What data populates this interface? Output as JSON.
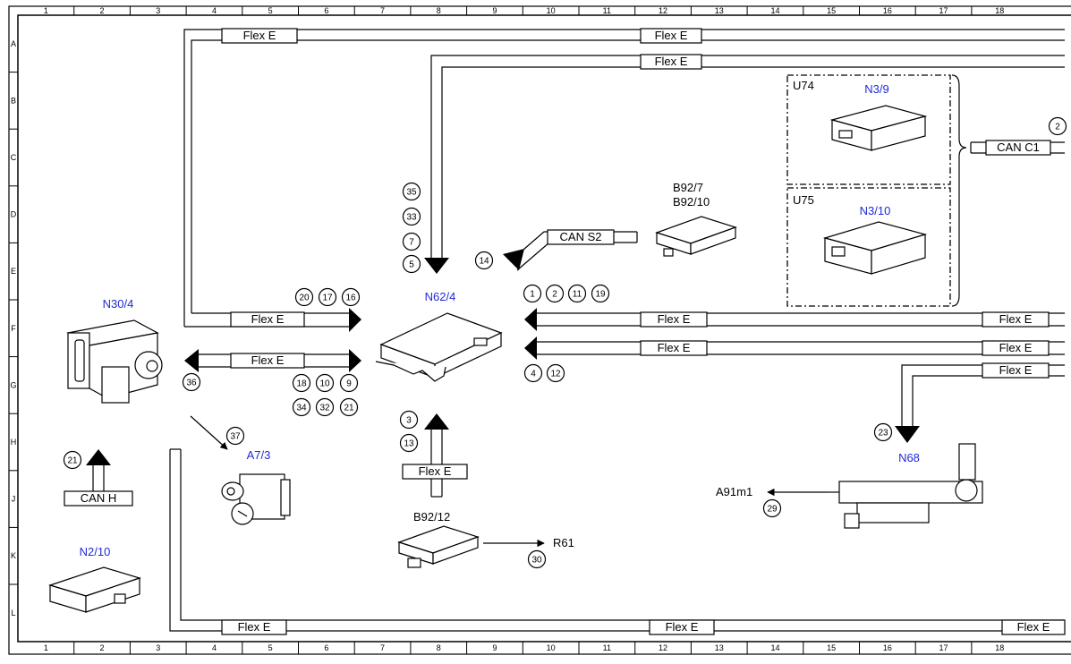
{
  "grid": {
    "columns": [
      "1",
      "2",
      "3",
      "4",
      "5",
      "6",
      "7",
      "8",
      "9",
      "10",
      "11",
      "12",
      "13",
      "14",
      "15",
      "16",
      "17",
      "18"
    ],
    "rows": [
      "A",
      "B",
      "C",
      "D",
      "E",
      "F",
      "G",
      "H",
      "J",
      "K",
      "L"
    ]
  },
  "bus_labels": {
    "flex_e": "Flex E",
    "can_s2": "CAN S2",
    "can_c1": "CAN C1",
    "can_h": "CAN H"
  },
  "components": {
    "n30_4": "N30/4",
    "n62_4": "N62/4",
    "a7_3": "A7/3",
    "n2_10": "N2/10",
    "n3_9": "N3/9",
    "n3_10": "N3/10",
    "u74": "U74",
    "u75": "U75",
    "b92_7": "B92/7",
    "b92_10": "B92/10",
    "b92_12": "B92/12",
    "r61": "R61",
    "a91m1": "A91m1",
    "n68": "N68"
  },
  "callouts": {
    "top_left_stack": [
      "35",
      "33",
      "7",
      "5"
    ],
    "can_s2_arrow": "14",
    "flex_in_left": [
      "20",
      "17",
      "16"
    ],
    "flex_in_right": [
      "1",
      "2",
      "11",
      "19"
    ],
    "flex_in_right_lower": [
      "4",
      "12"
    ],
    "flex_bidir_top": [
      "18",
      "10",
      "9"
    ],
    "flex_bidir_bottom": [
      "34",
      "32",
      "21"
    ],
    "n30_left": "36",
    "a7_3_arrow": "37",
    "from_bottom": [
      "3",
      "13"
    ],
    "can_h_arrow": "21",
    "r61_arrow": "30",
    "a91m1_arrow": "29",
    "n68_arrow": "23",
    "can_c1_edge": "2"
  }
}
